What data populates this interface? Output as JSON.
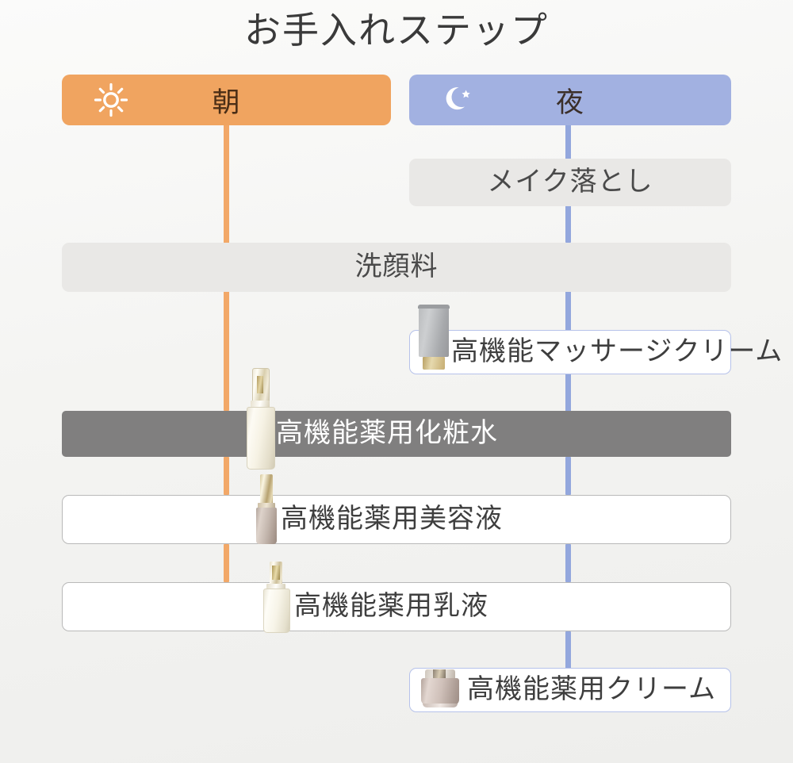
{
  "page": {
    "title": "お手入れステップ",
    "background_color": "#f4f4f2"
  },
  "columns": [
    {
      "id": "morning",
      "label": "朝",
      "icon": "sun-icon",
      "color": "#f0a460",
      "line_color": "#f2a868"
    },
    {
      "id": "night",
      "label": "夜",
      "icon": "moon-star-icon",
      "color": "#a2b1e1",
      "line_color": "#93a7dd"
    }
  ],
  "steps": [
    {
      "id": "makeup-remover",
      "label": "メイク落とし",
      "scope": "night",
      "style": "plain-gray",
      "product": null
    },
    {
      "id": "face-wash",
      "label": "洗顔料",
      "scope": "both",
      "style": "plain-gray",
      "product": null
    },
    {
      "id": "massage-cream",
      "label": "高機能マッサージクリーム",
      "scope": "night",
      "style": "outline-blue",
      "product": "tube-gray"
    },
    {
      "id": "medicated-lotion",
      "label": "高機能薬用化粧水",
      "scope": "both",
      "style": "highlight",
      "product": "bottle-ivory-tall"
    },
    {
      "id": "medicated-serum",
      "label": "高機能薬用美容液",
      "scope": "both",
      "style": "outline-gray",
      "product": "bottle-taupe-slim"
    },
    {
      "id": "medicated-emulsion",
      "label": "高機能薬用乳液",
      "scope": "both",
      "style": "outline-gray",
      "product": "bottle-cream-pump"
    },
    {
      "id": "medicated-cream",
      "label": "高機能薬用クリーム",
      "scope": "night",
      "style": "outline-blue",
      "product": "jar-mauve"
    }
  ]
}
